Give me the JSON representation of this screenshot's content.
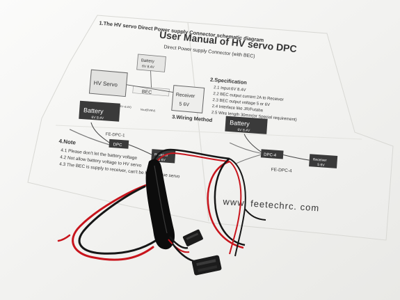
{
  "manual": {
    "title": "User Manual of HV servo DPC",
    "subtitle": "Direct Power supply Connector (with BEC)",
    "section1_heading": "1.The HV servo Direct Power supply Connector schematic diagram",
    "section2_heading": "2.Specification",
    "spec_items": [
      "2.1 Input:6V 8.4V",
      "2.2 BEC output current 2A to Receiver",
      "2.3 BEC output voltage 5 or 6V",
      "2.4 Interface like JR/Futaba",
      "2.5 Wire length 30mm(or Special requirement)"
    ],
    "section3_heading": "3.Wiring Method",
    "section4_heading": "4.Note",
    "note_items": [
      "4.1 Please don't let the battery voltage",
      "4.2 Not allow battery voltage to HV servo",
      "4.3 The BEC is supply to receiver, can't be high torque servo"
    ],
    "website": "www. feetechrc. com",
    "diagram1": {
      "battery_top": "Battery",
      "battery_top_voltage": "6V 8.4V",
      "hv_servo": "HV Servo",
      "bec": "BEC",
      "receiver": "Receiver",
      "receiver_voltage": "5 6V",
      "vin_label": "Vin(6V~8.4V)",
      "vout_label": "Vout(5V/6V)"
    },
    "diagram_left": {
      "battery": "Battery",
      "battery_voltage": "6V 8.4V",
      "model": "FE-DPC-1",
      "dpc": "DPC",
      "receiver": "Receiver",
      "receiver_voltage": "5 6V"
    },
    "diagram_right": {
      "battery": "Battery",
      "battery_voltage": "6V 8.4V",
      "dpc": "DPC-4",
      "receiver": "Receiver",
      "receiver_voltage": "5 6V",
      "model": "FE-DPC-4"
    }
  },
  "colors": {
    "paper": "#f7f7f5",
    "wire_red": "#c8141c",
    "wire_black": "#161616",
    "heatshrink": "#0c0c0c",
    "connector": "#1b1b1b",
    "box_dark": "#3a3a3a"
  }
}
